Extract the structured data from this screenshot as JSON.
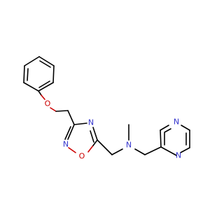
{
  "colors": {
    "background": "#ffffff",
    "bond": "#000000",
    "nitrogen": "#3333cc",
    "oxygen": "#cc0000"
  },
  "atoms": {
    "ether_oxygen": "O",
    "ring_n3": "N",
    "ring_n2": "N",
    "ring_o1": "O",
    "amine_n": "N",
    "pyrazine_n1": "N",
    "pyrazine_n4": "N"
  }
}
